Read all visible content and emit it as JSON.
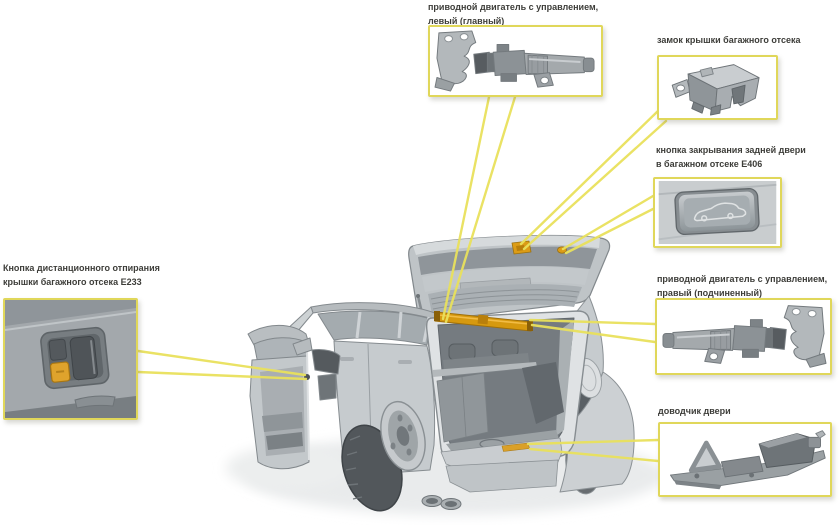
{
  "diagram": {
    "subject": "trunk-lid-power-components-overview",
    "language": "ru"
  },
  "colors": {
    "background": "#ffffff",
    "callout_border": "#e0d75a",
    "connector_line": "#e9e15c",
    "highlight_orange": "#dc9c16",
    "label_text": "#3d3d39",
    "car_body_gray": "#c6cbce"
  },
  "callouts": [
    {
      "name": "drive-motor-left",
      "label_lines": [
        "приводной двигатель с управлением,",
        "левый (главный)"
      ]
    },
    {
      "name": "trunk-lid-lock",
      "label_lines": [
        "замок крышки багажного отсека"
      ]
    },
    {
      "name": "trunk-close-button",
      "label_lines": [
        "кнопка закрывания задней двери",
        "в багажном отсеке E406"
      ]
    },
    {
      "name": "drive-motor-right",
      "label_lines": [
        "приводной двигатель с управлением,",
        "правый (подчиненный)"
      ]
    },
    {
      "name": "door-closer",
      "label_lines": [
        "доводчик двери"
      ]
    },
    {
      "name": "remote-release-button",
      "label_lines": [
        "Кнопка дистанционного отпирания",
        "крышки багажного отсека E233"
      ]
    }
  ]
}
